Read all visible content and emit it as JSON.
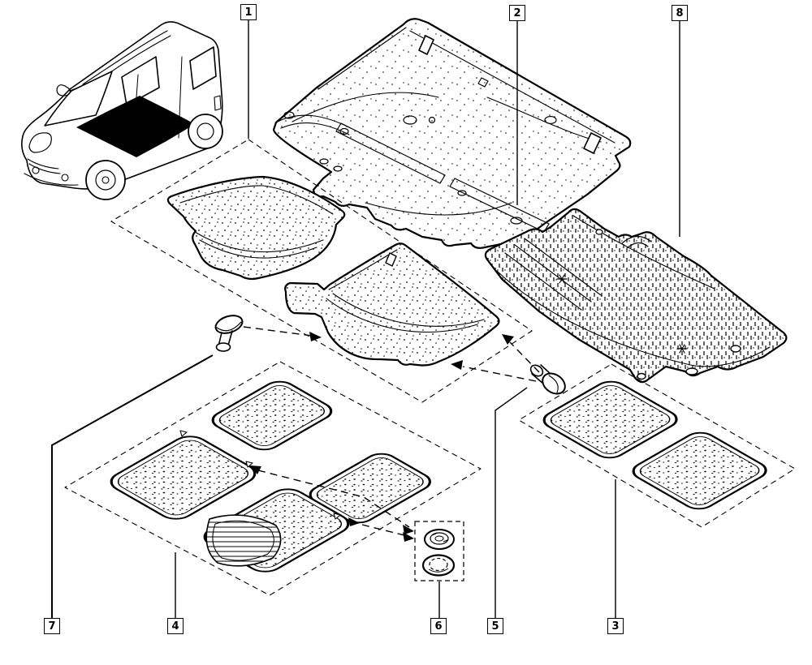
{
  "diagram": {
    "type": "exploded-parts-diagram",
    "background_color": "#ffffff",
    "line_color": "#000000",
    "callouts": [
      {
        "label": "1"
      },
      {
        "label": "2"
      },
      {
        "label": "8"
      },
      {
        "label": "7"
      },
      {
        "label": "4"
      },
      {
        "label": "6"
      },
      {
        "label": "5"
      },
      {
        "label": "3"
      }
    ]
  }
}
